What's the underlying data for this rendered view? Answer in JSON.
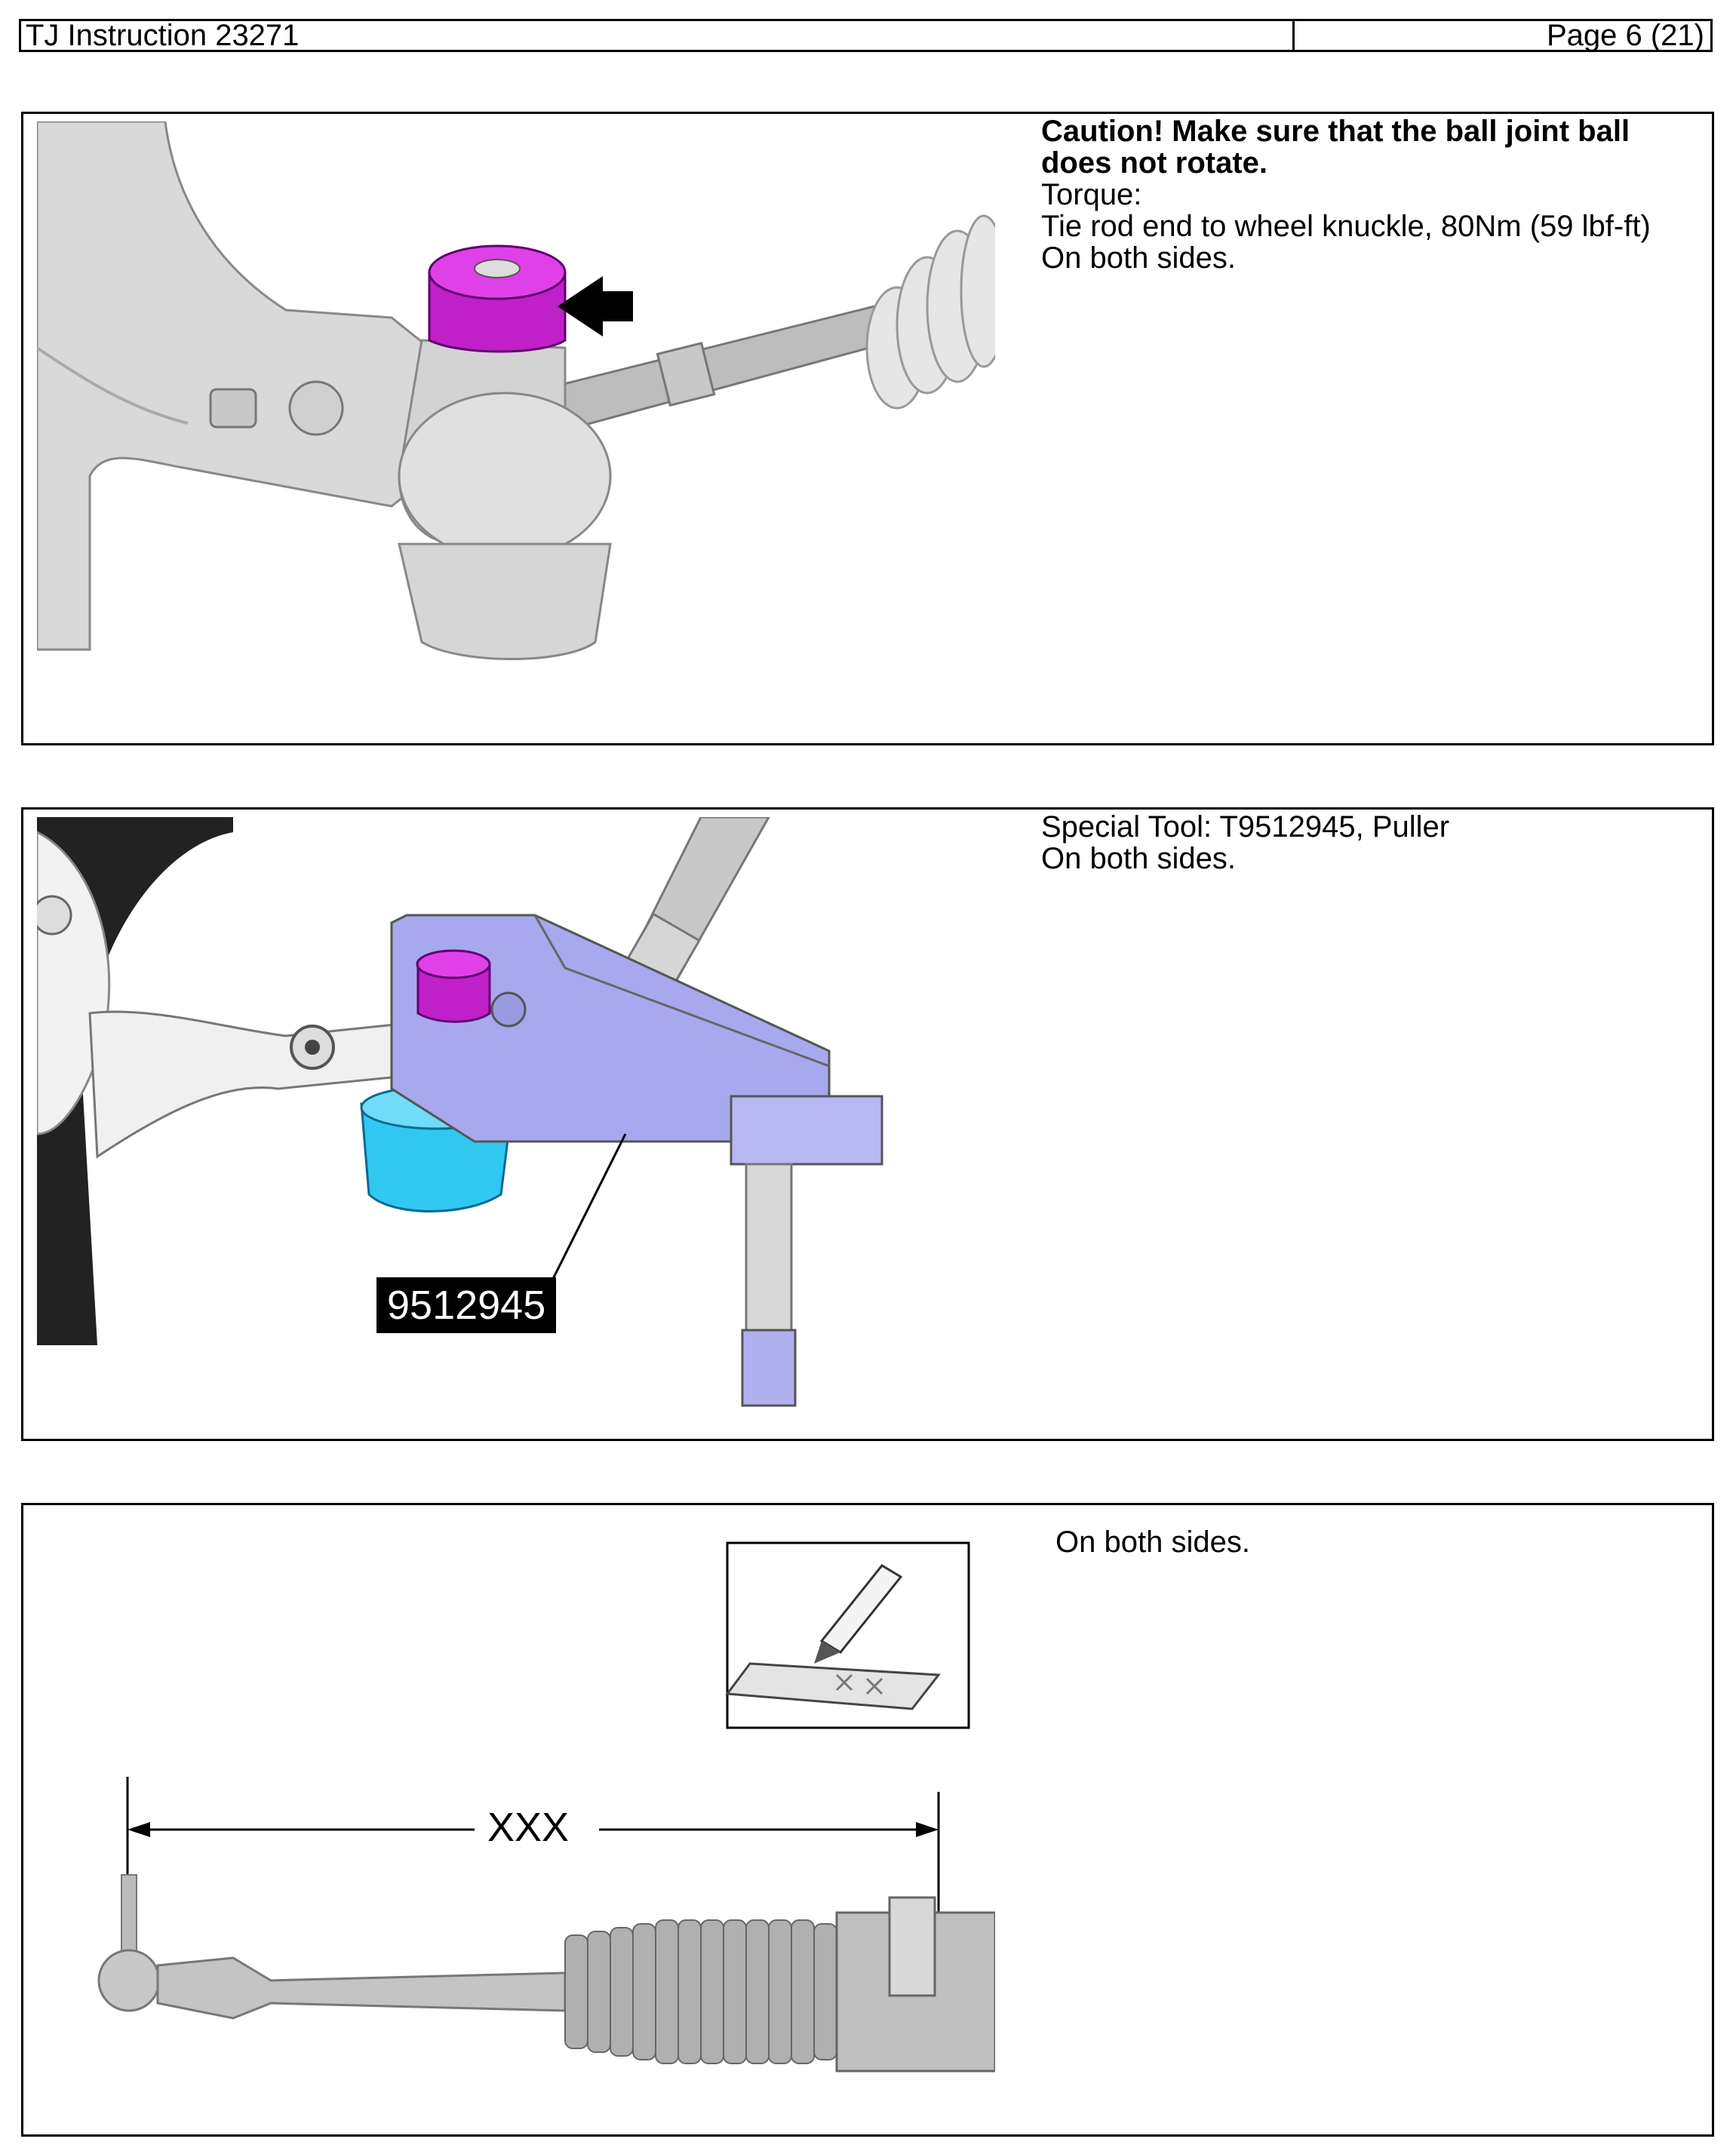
{
  "header": {
    "title": "TJ Instruction 23271",
    "page": "Page 6 (21)"
  },
  "panels": [
    {
      "caution": "Caution!  Make sure that the ball joint ball does not rotate.",
      "lines": [
        "Torque:",
        "Tie rod end to wheel knuckle,  80Nm (59 lbf-ft)",
        " On both sides."
      ],
      "colors": {
        "nut": "#c020c8",
        "arrow": "#000000"
      }
    },
    {
      "lines": [
        "Special Tool: T9512945, Puller",
        "On both sides."
      ],
      "tool_label": "9512945",
      "colors": {
        "tool": "#a8a8ee",
        "balljoint": "#30c8f0",
        "nut": "#c020c8"
      }
    },
    {
      "lines": [
        "On both sides."
      ],
      "dimension_label": "XXX",
      "icons": [
        "pen-marking-icon"
      ]
    }
  ]
}
